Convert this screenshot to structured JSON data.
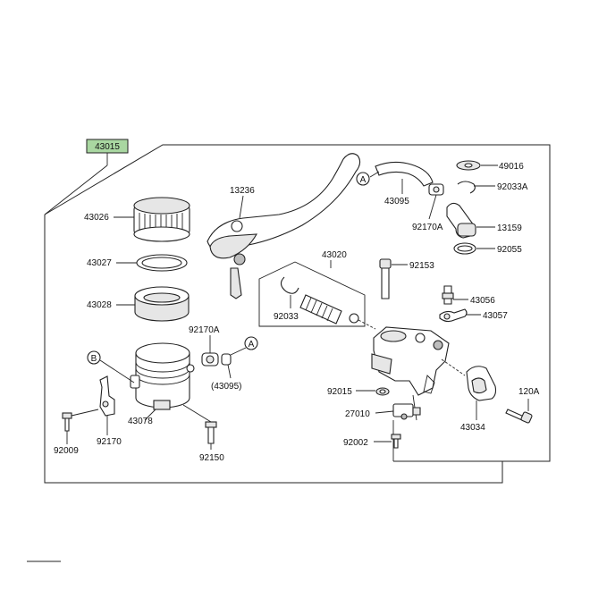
{
  "kit_label": "43015",
  "kit_label_color": "#a9d7a1",
  "labels": {
    "p13236": "13236",
    "p43026": "43026",
    "p43027": "43027",
    "p43028": "43028",
    "p43020": "43020",
    "p92033": "92033",
    "p43095a": "43095",
    "p92170a_top": "92170A",
    "p49016": "49016",
    "p92033a": "92033A",
    "p13159": "13159",
    "p92055": "92055",
    "p92153": "92153",
    "p43056": "43056",
    "p43057": "43057",
    "p92170a_mid": "92170A",
    "p43095b": "(43095)",
    "p43078": "43078",
    "p92170": "92170",
    "p92009": "92009",
    "p92150": "92150",
    "p92015": "92015",
    "p27010": "27010",
    "p92002": "92002",
    "p43034": "43034",
    "p120a": "120A"
  },
  "refs": {
    "a_top": "A",
    "a_mid": "A",
    "b": "B"
  }
}
